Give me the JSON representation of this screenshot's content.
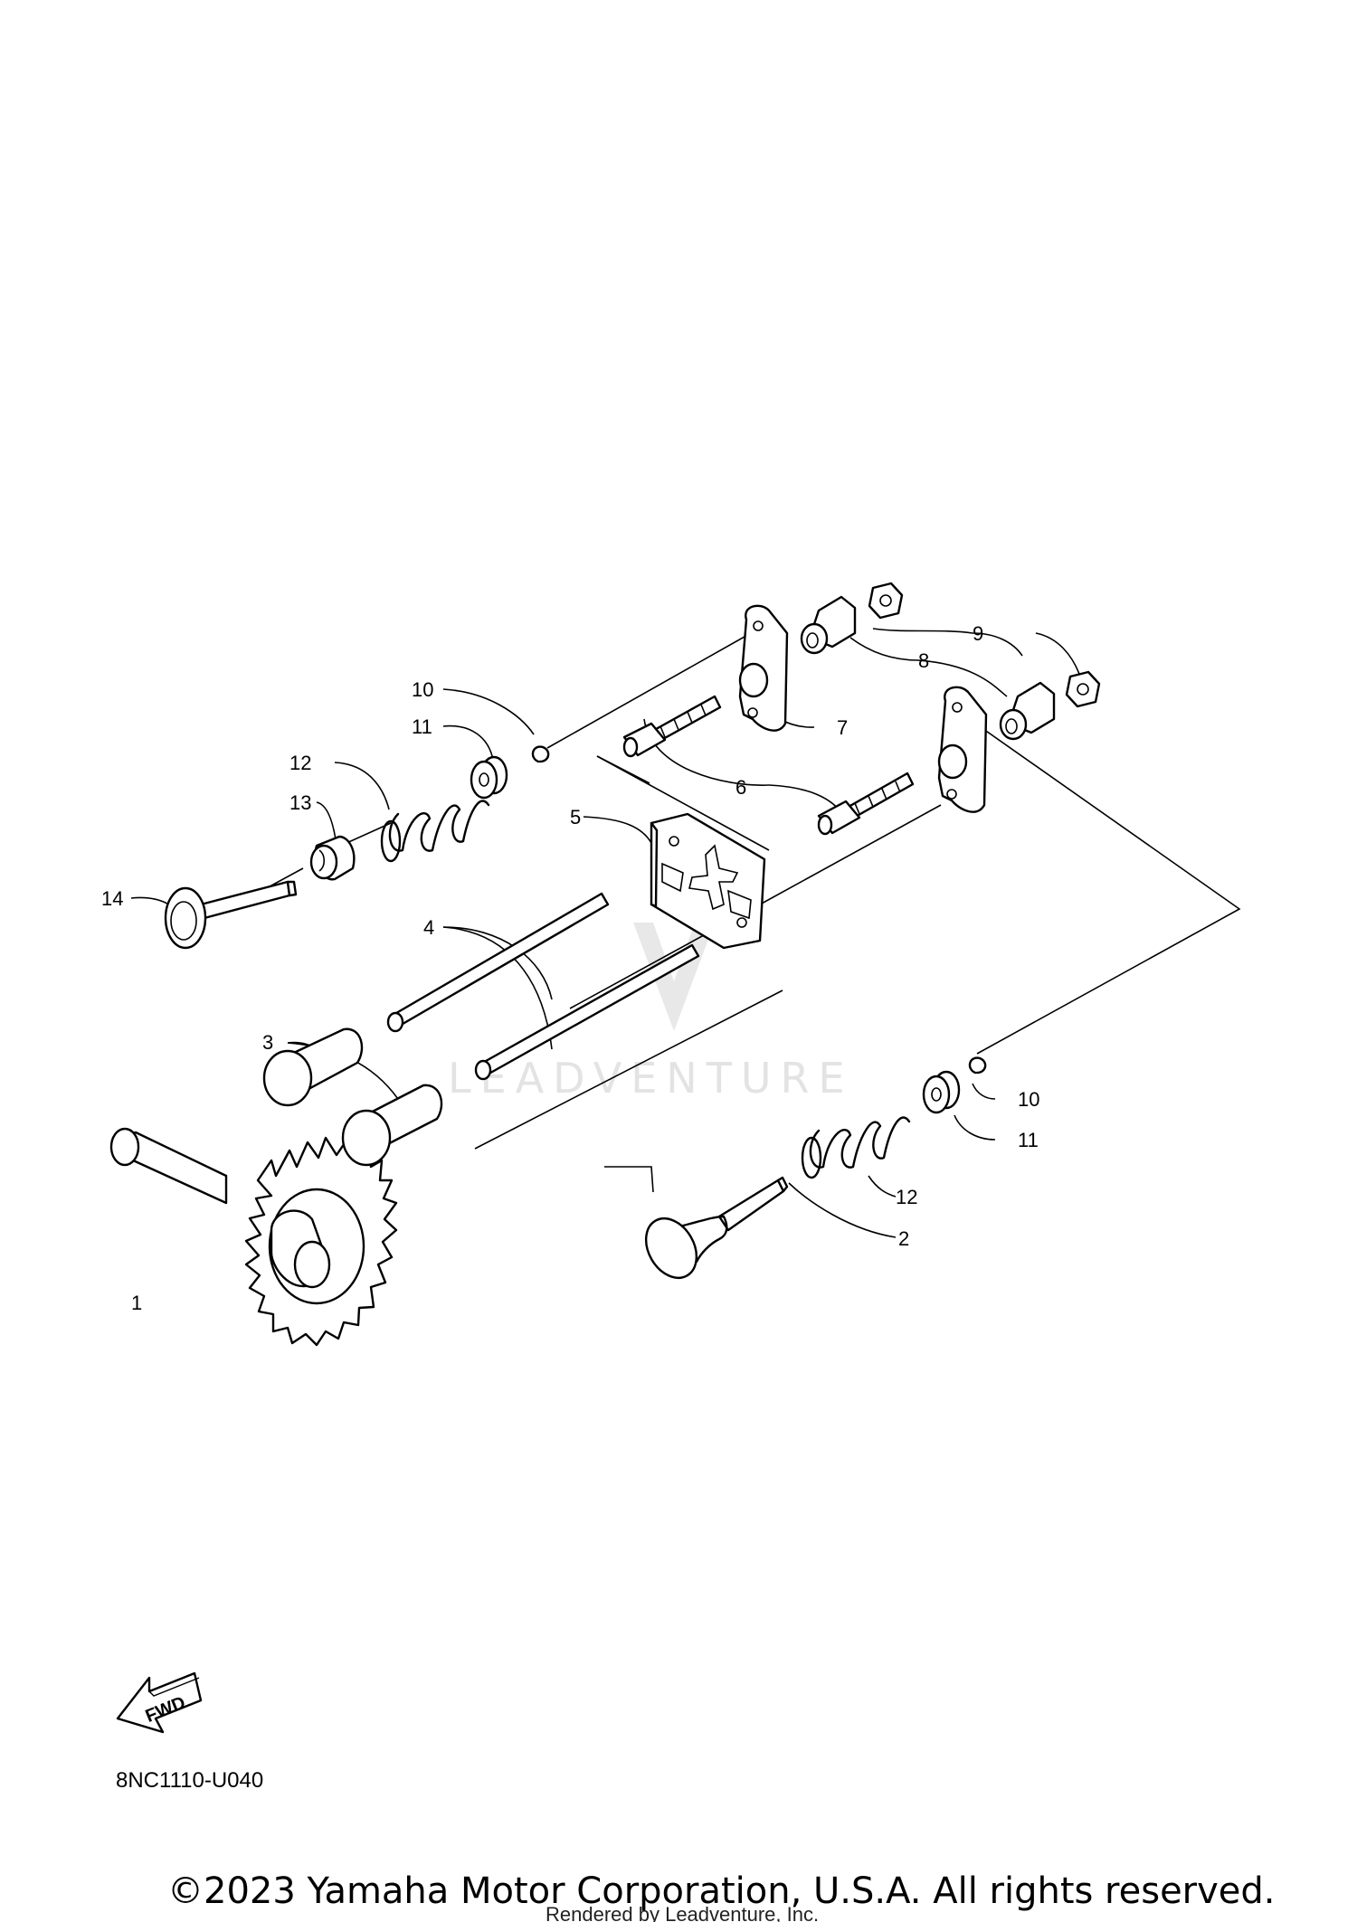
{
  "callouts": [
    {
      "n": "1",
      "label": "1"
    },
    {
      "n": "2",
      "label": "2"
    },
    {
      "n": "3",
      "label": "3"
    },
    {
      "n": "4",
      "label": "4"
    },
    {
      "n": "5",
      "label": "5"
    },
    {
      "n": "6",
      "label": "6"
    },
    {
      "n": "7",
      "label": "7"
    },
    {
      "n": "8",
      "label": "8"
    },
    {
      "n": "9",
      "label": "9"
    },
    {
      "n": "10",
      "label": "10"
    },
    {
      "n": "11",
      "label": "11"
    },
    {
      "n": "12",
      "label": "12"
    },
    {
      "n": "13",
      "label": "13"
    },
    {
      "n": "14",
      "label": "14"
    },
    {
      "n": "10b",
      "label": "10"
    },
    {
      "n": "11b",
      "label": "11"
    },
    {
      "n": "12b",
      "label": "12"
    }
  ],
  "watermark": "LEADVENTURE",
  "fwd_label": "FWD",
  "diagram_code": "8NC1110-U040",
  "copyright": "©2023 Yamaha Motor Corporation, U.S.A. All rights reserved.",
  "rendered_by": "Rendered by Leadventure, Inc."
}
